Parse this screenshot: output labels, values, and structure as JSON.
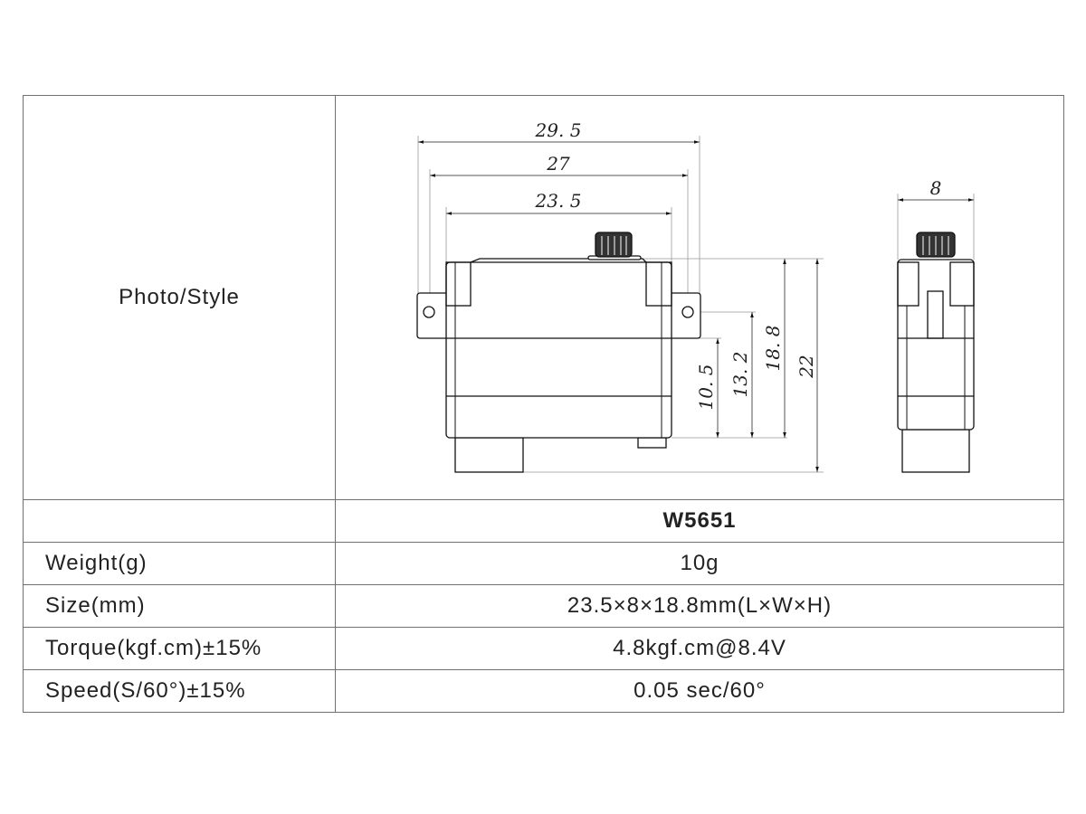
{
  "photo_label": "Photo/Style",
  "model": "W5651",
  "drawing": {
    "dim_29_5": "29. 5",
    "dim_27": "27",
    "dim_23_5": "23. 5",
    "dim_10_5": "10. 5",
    "dim_13_2": "13. 2",
    "dim_18_8": "18. 8",
    "dim_22": "22",
    "dim_8": "8"
  },
  "specs": [
    {
      "label": "Weight(g)",
      "value": "10g"
    },
    {
      "label": "Size(mm)",
      "value": "23.5×8×18.8mm(L×W×H)"
    },
    {
      "label": "Torque(kgf.cm)±15%",
      "value": "4.8kgf.cm@8.4V"
    },
    {
      "label": "Speed(S/60°)±15%",
      "value": "0.05 sec/60°"
    }
  ]
}
